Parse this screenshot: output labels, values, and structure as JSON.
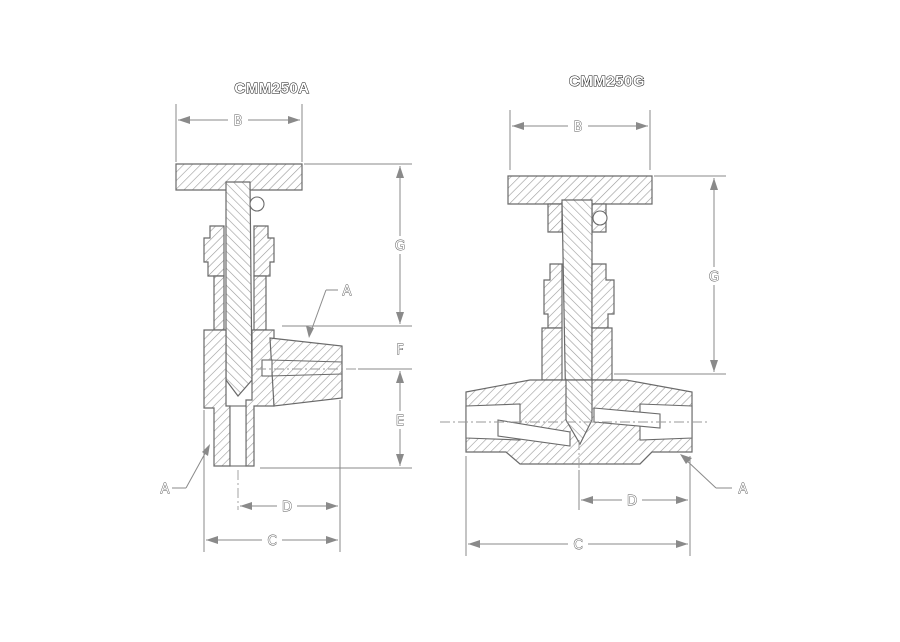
{
  "views": [
    {
      "title": "CMM250A",
      "dims": {
        "B": "B",
        "G": "G",
        "F": "F",
        "E": "E",
        "D": "D",
        "C": "C",
        "A_top": "A",
        "A_left": "A"
      }
    },
    {
      "title": "CMM250G",
      "dims": {
        "B": "B",
        "G": "G",
        "D": "D",
        "C": "C",
        "A": "A"
      }
    }
  ]
}
